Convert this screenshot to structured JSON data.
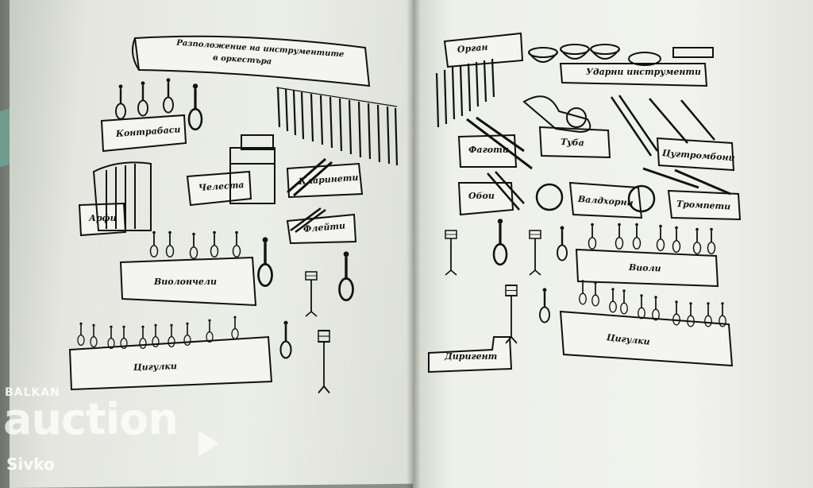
{
  "left_page": {
    "title_line1": "Разположение на инструментите",
    "title_line2": "в оркестъра",
    "labels": {
      "contrabass": "Контрабаси",
      "celesta": "Челеста",
      "clarinets": "Кларинети",
      "harps": "Арфи",
      "flutes": "Флейти",
      "cellos": "Виолончели",
      "violins": "Цигулки"
    }
  },
  "right_page": {
    "labels": {
      "organ": "Орган",
      "percussion": "Ударни инструменти",
      "bassoons": "Фаготи",
      "tuba": "Туба",
      "trombones": "Цугтромбони",
      "oboes": "Обои",
      "horns": "Валдхорни",
      "trumpets": "Тромпети",
      "violas": "Виоли",
      "violins": "Цигулки",
      "conductor": "Диригент"
    }
  },
  "watermark": {
    "brand_small": "BALKAN",
    "brand_large": "auction",
    "seller": "Sivko"
  },
  "colors": {
    "ink": "#111111",
    "paper": "#eceee8",
    "watermark": "#ffffff"
  }
}
